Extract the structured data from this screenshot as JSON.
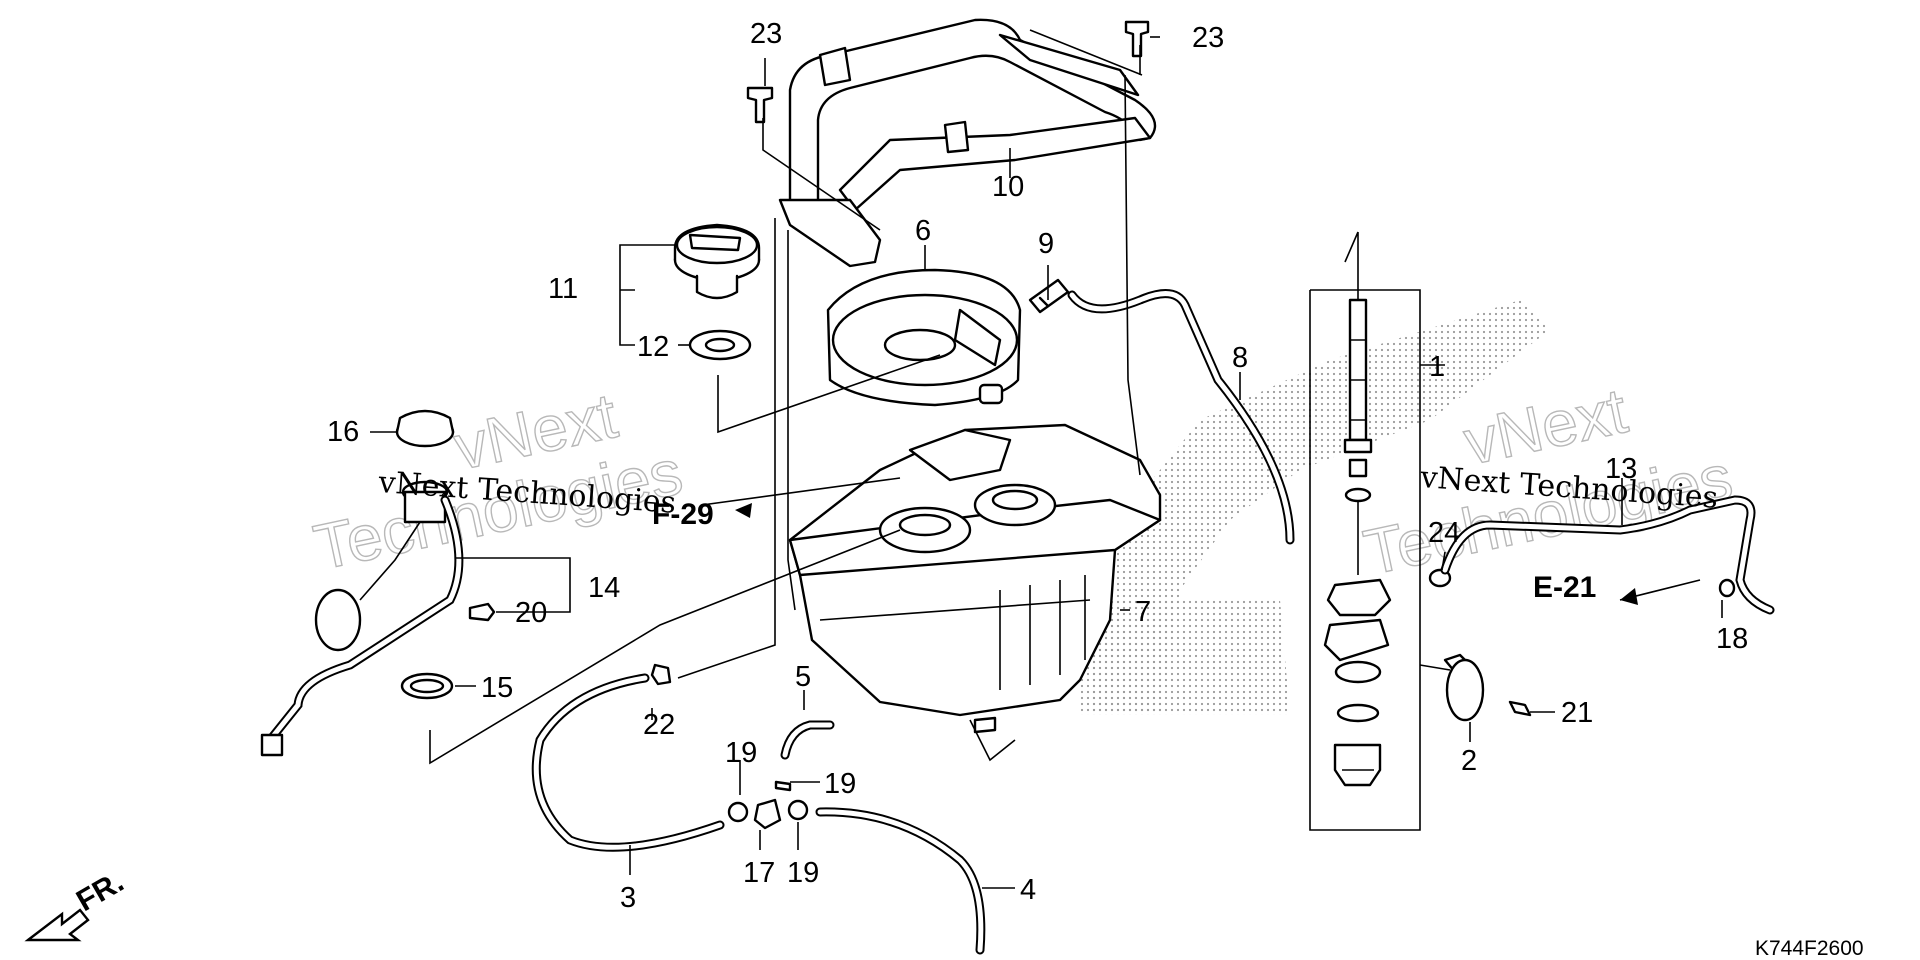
{
  "diagram": {
    "code": "K744F2600",
    "front_marker": "FR.",
    "refs": {
      "f29": "F-29",
      "e21": "E-21"
    },
    "watermark": {
      "lines": [
        "vNext Technologies",
        "vNext Technologies"
      ],
      "outline": [
        "vNext",
        "Technologies",
        "vNext",
        "Technologies"
      ]
    },
    "callouts": [
      "1",
      "2",
      "3",
      "4",
      "5",
      "6",
      "7",
      "8",
      "9",
      "10",
      "11",
      "12",
      "13",
      "14",
      "15",
      "16",
      "17",
      "18",
      "19",
      "20",
      "21",
      "22",
      "23",
      "24"
    ]
  }
}
